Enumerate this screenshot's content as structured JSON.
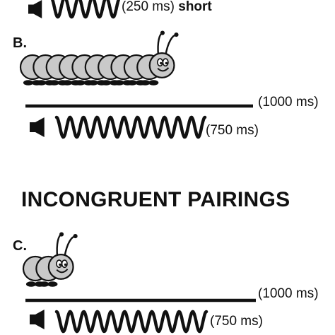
{
  "panel_a": {
    "duration": "(250 ms)",
    "word": "short"
  },
  "panel_b": {
    "letter": "B.",
    "line_duration": "(1000 ms)",
    "tone_duration": "(750 ms)"
  },
  "section_heading": "INCONGRUENT PAIRINGS",
  "panel_c": {
    "letter": "C.",
    "line_duration": "(1000 ms)",
    "tone_duration": "(750 ms)"
  },
  "colors": {
    "ink": "#111111",
    "body_fill": "#c9c9c9",
    "background": "#ffffff"
  },
  "icons": [
    "speaker-icon",
    "sound-wave-icon",
    "caterpillar-icon"
  ]
}
